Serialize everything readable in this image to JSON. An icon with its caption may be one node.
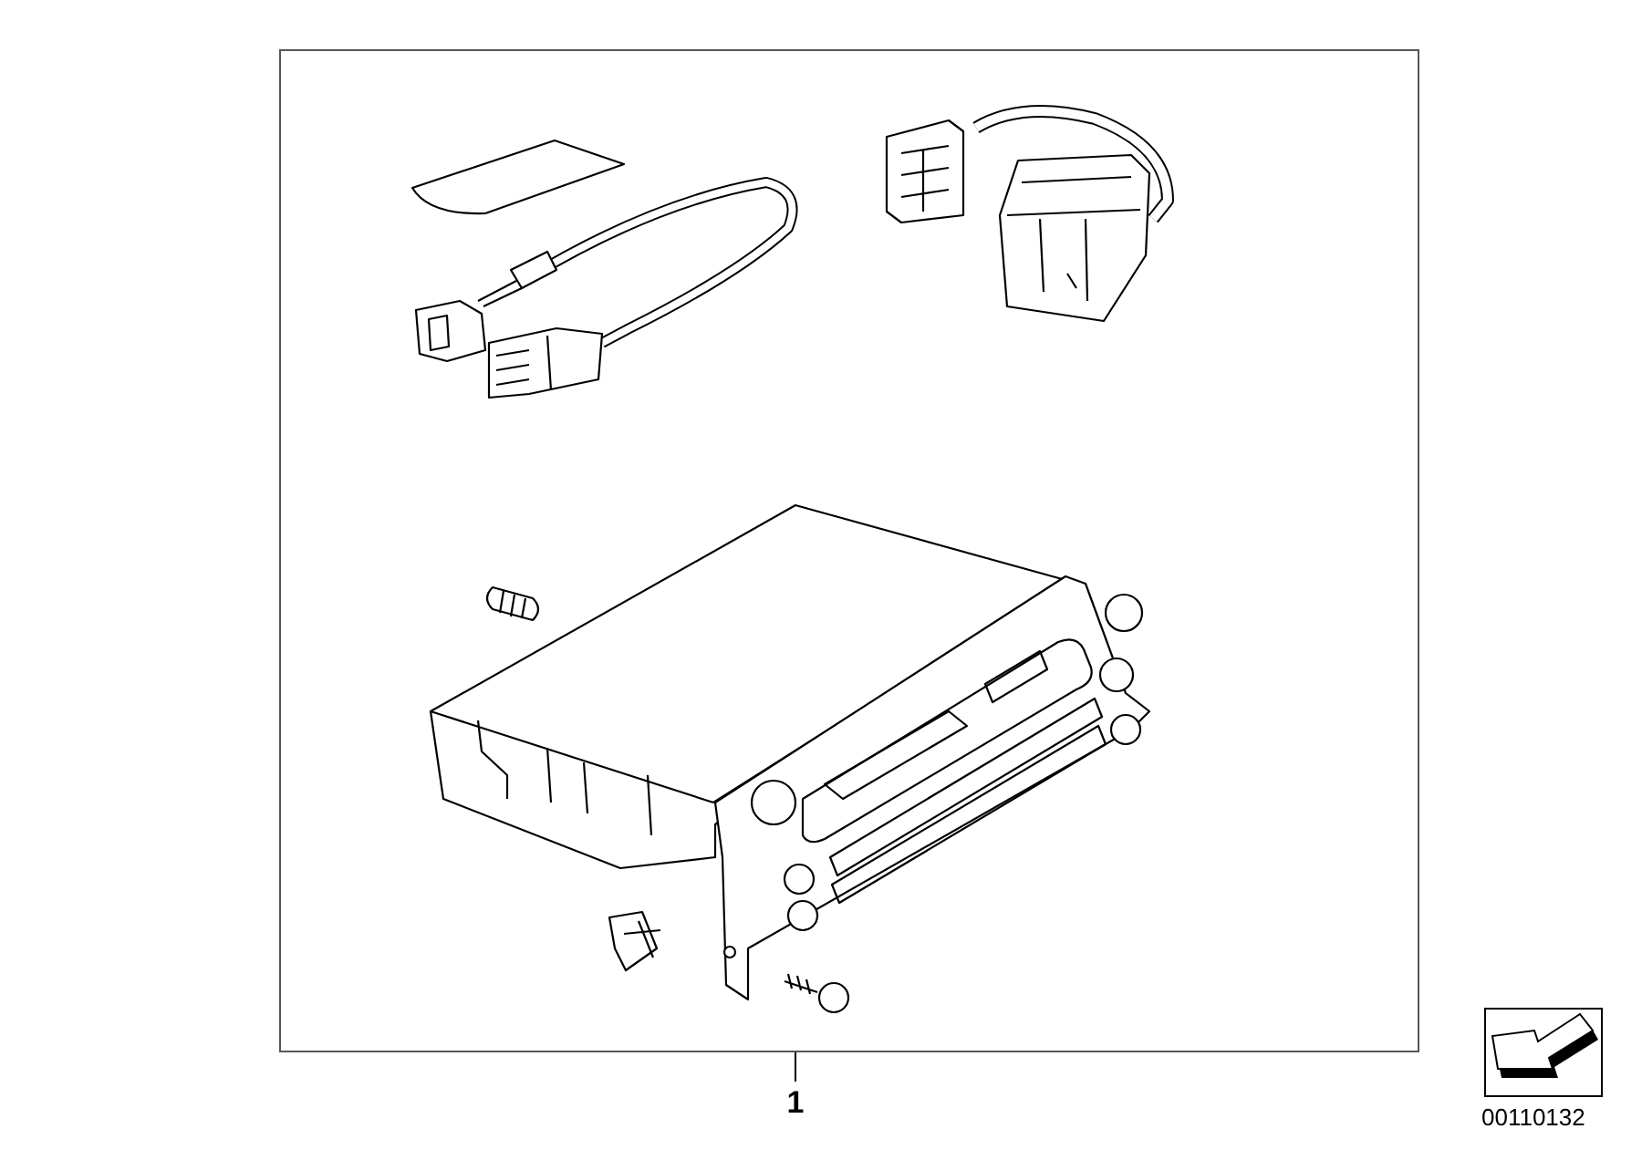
{
  "diagram": {
    "nodes": [
      {
        "text": [],
        "shape": "box"
      },
      {
        "text": [
          "1"
        ]
      }
    ],
    "edges": [
      {
        "from": 1,
        "to": 0,
        "arrow": "none"
      }
    ],
    "labels": [
      "00110132"
    ]
  }
}
